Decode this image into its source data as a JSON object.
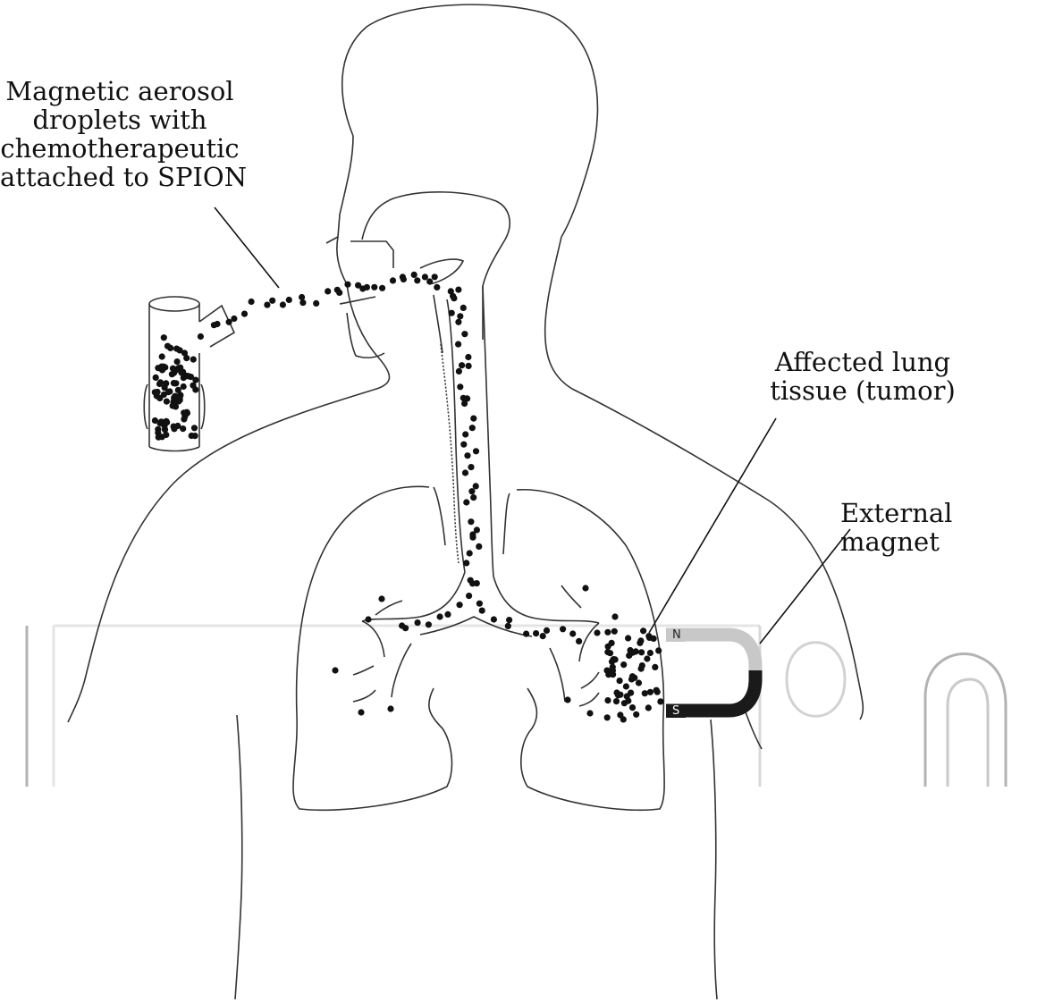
{
  "labels": {
    "aerosol": [
      "Magnetic aerosol",
      "droplets with",
      "chemotherapeutic",
      "attached to SPION"
    ],
    "tumor": [
      "Affected lung",
      "tissue (tumor)"
    ],
    "magnet": "External magnet"
  },
  "magnet": {
    "north_label": "N",
    "south_label": "S",
    "north_color": "#c8c8c8",
    "south_color": "#1a1a1a"
  },
  "colors": {
    "outline": "#333333",
    "particle": "#111111",
    "watermark": "#9a9a9a"
  }
}
